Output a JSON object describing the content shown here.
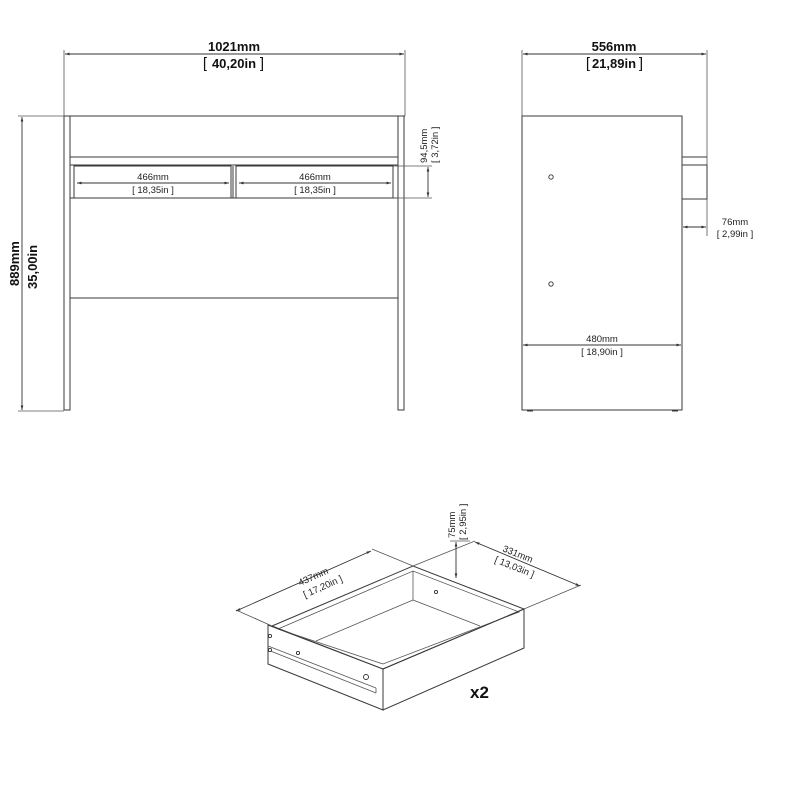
{
  "front_view": {
    "width_mm": "1021mm",
    "width_in": "40,20in",
    "height_mm": "889mm",
    "height_in": "35,00in",
    "drawer_front_left_mm": "466mm",
    "drawer_front_left_in": "18,35in",
    "drawer_front_right_mm": "466mm",
    "drawer_front_right_in": "18,35in",
    "drawer_height_mm": "94,5mm",
    "drawer_height_in": "3,72in"
  },
  "side_view": {
    "depth_mm": "556mm",
    "depth_in": "21,89in",
    "inner_depth_mm": "480mm",
    "inner_depth_in": "18,90in",
    "drawer_protrusion_mm": "76mm",
    "drawer_protrusion_in": "2,99in"
  },
  "drawer_view": {
    "length_mm": "437mm",
    "length_in": "17,20in",
    "width_mm": "331mm",
    "width_in": "13,03in",
    "height_mm": "75mm",
    "height_in": "2,95in",
    "quantity": "x2"
  },
  "colors": {
    "line": "#3a3a3a",
    "text": "#111111",
    "background": "#ffffff"
  }
}
